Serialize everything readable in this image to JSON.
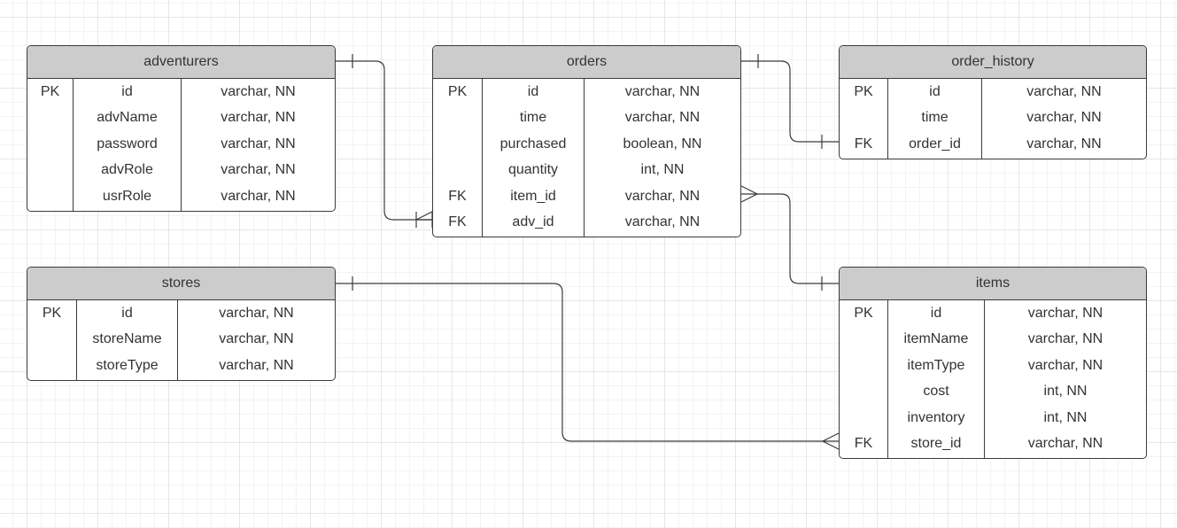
{
  "entities": [
    {
      "id": "adventurers",
      "title": "adventurers",
      "rows": [
        {
          "key": "PK",
          "name": "id",
          "type": "varchar, NN"
        },
        {
          "key": "",
          "name": "advName",
          "type": "varchar, NN"
        },
        {
          "key": "",
          "name": "password",
          "type": "varchar, NN"
        },
        {
          "key": "",
          "name": "advRole",
          "type": "varchar, NN"
        },
        {
          "key": "",
          "name": "usrRole",
          "type": "varchar, NN"
        }
      ]
    },
    {
      "id": "orders",
      "title": "orders",
      "rows": [
        {
          "key": "PK",
          "name": "id",
          "type": "varchar, NN"
        },
        {
          "key": "",
          "name": "time",
          "type": "varchar, NN"
        },
        {
          "key": "",
          "name": "purchased",
          "type": "boolean, NN"
        },
        {
          "key": "",
          "name": "quantity",
          "type": "int, NN"
        },
        {
          "key": "FK",
          "name": "item_id",
          "type": "varchar, NN"
        },
        {
          "key": "FK",
          "name": "adv_id",
          "type": "varchar, NN"
        }
      ]
    },
    {
      "id": "order_history",
      "title": "order_history",
      "rows": [
        {
          "key": "PK",
          "name": "id",
          "type": "varchar, NN"
        },
        {
          "key": "",
          "name": "time",
          "type": "varchar, NN"
        },
        {
          "key": "FK",
          "name": "order_id",
          "type": "varchar, NN"
        }
      ]
    },
    {
      "id": "stores",
      "title": "stores",
      "rows": [
        {
          "key": "PK",
          "name": "id",
          "type": "varchar, NN"
        },
        {
          "key": "",
          "name": "storeName",
          "type": "varchar, NN"
        },
        {
          "key": "",
          "name": "storeType",
          "type": "varchar, NN"
        }
      ]
    },
    {
      "id": "items",
      "title": "items",
      "rows": [
        {
          "key": "PK",
          "name": "id",
          "type": "varchar, NN"
        },
        {
          "key": "",
          "name": "itemName",
          "type": "varchar, NN"
        },
        {
          "key": "",
          "name": "itemType",
          "type": "varchar, NN"
        },
        {
          "key": "",
          "name": "cost",
          "type": "int, NN"
        },
        {
          "key": "",
          "name": "inventory",
          "type": "int, NN"
        },
        {
          "key": "FK",
          "name": "store_id",
          "type": "varchar, NN"
        }
      ]
    }
  ],
  "relationships": [
    {
      "from": "adventurers",
      "to": "orders",
      "from_end": "one",
      "to_end": "many"
    },
    {
      "from": "orders",
      "to": "order_history",
      "from_end": "one",
      "to_end": "one"
    },
    {
      "from": "orders",
      "to": "items",
      "from_end": "many",
      "to_end": "one"
    },
    {
      "from": "stores",
      "to": "items",
      "from_end": "one",
      "to_end": "many"
    }
  ]
}
